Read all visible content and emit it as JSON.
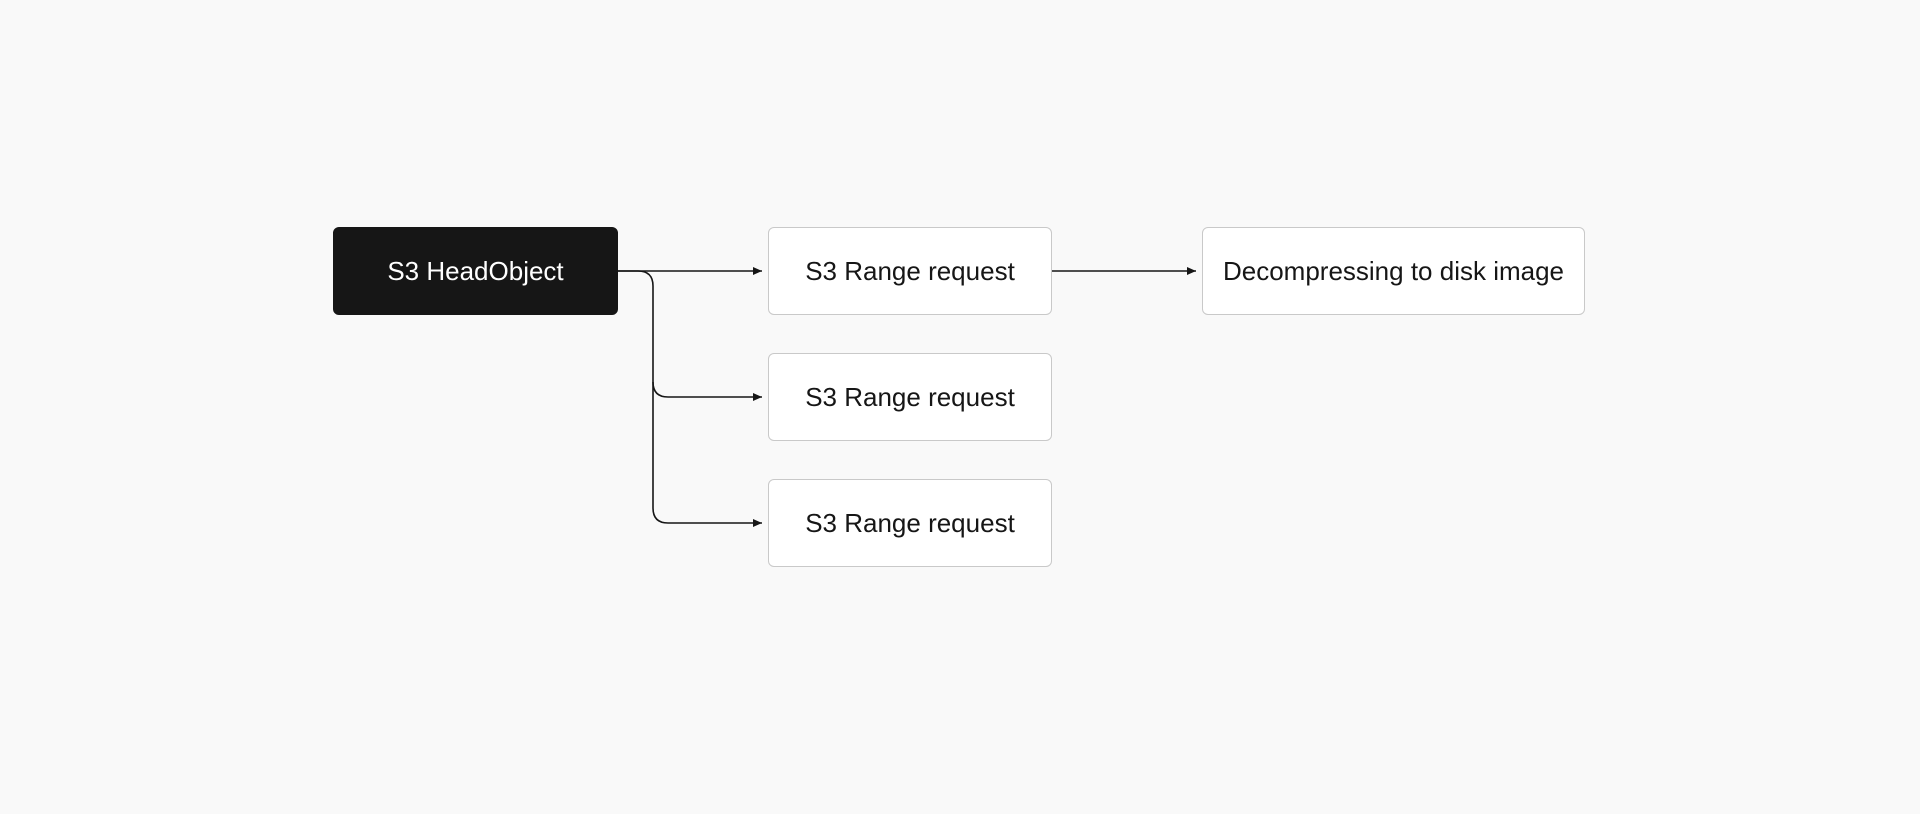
{
  "diagram": {
    "nodes": {
      "head": {
        "label": "S3 HeadObject"
      },
      "range_1": {
        "label": "S3 Range request"
      },
      "range_2": {
        "label": "S3 Range request"
      },
      "range_3": {
        "label": "S3 Range request"
      },
      "decompress": {
        "label": "Decompressing to disk image"
      }
    },
    "edges": [
      {
        "from": "head",
        "to": "range_1"
      },
      {
        "from": "head",
        "to": "range_2"
      },
      {
        "from": "head",
        "to": "range_3"
      },
      {
        "from": "range_1",
        "to": "decompress"
      }
    ],
    "colors": {
      "background": "#f9f9f9",
      "dark_node": "#161616",
      "light_node": "#ffffff",
      "light_node_border": "#c9c9c9",
      "connector": "#161616"
    }
  }
}
